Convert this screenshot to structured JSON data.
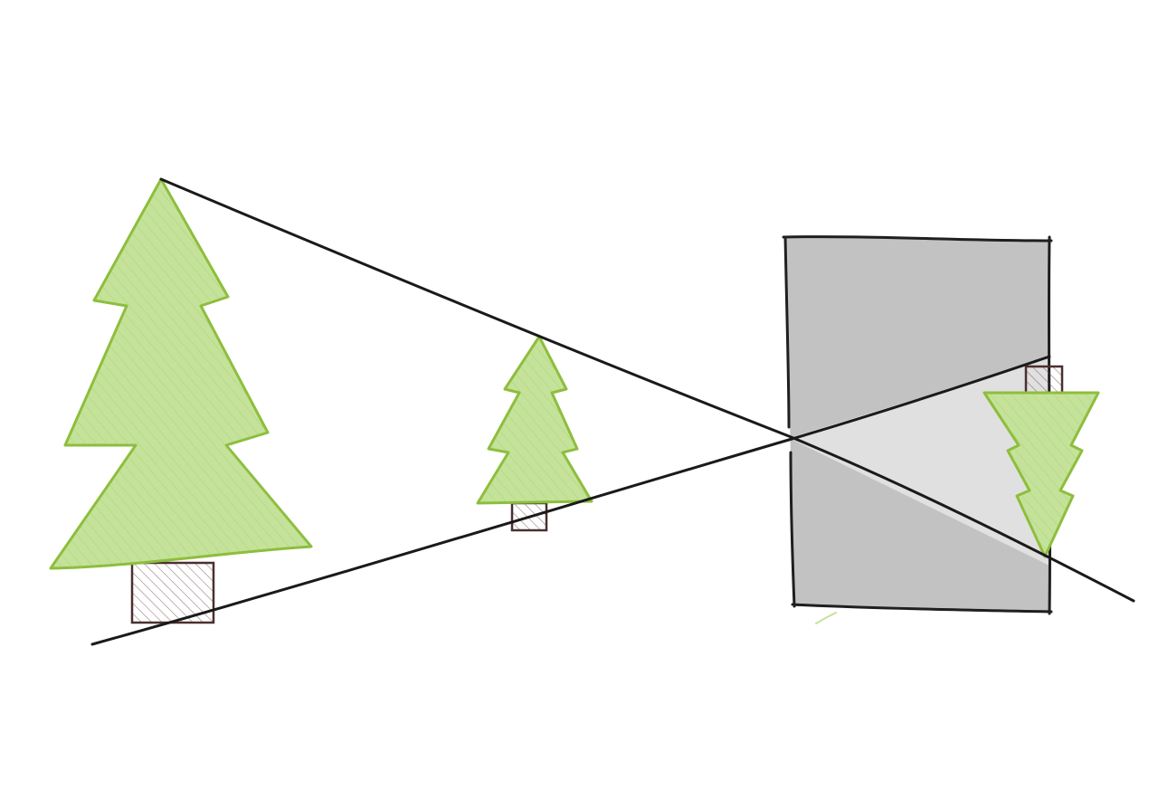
{
  "diagram": {
    "kind": "camera-obscura-pinhole-projection",
    "objects": [
      {
        "name": "near-tree",
        "kind": "pine-tree",
        "orientation": "upright"
      },
      {
        "name": "far-tree",
        "kind": "pine-tree",
        "orientation": "upright"
      },
      {
        "name": "box",
        "kind": "dark-box-with-pinhole"
      },
      {
        "name": "projected-image",
        "kind": "pine-tree",
        "orientation": "inverted"
      }
    ],
    "colors": {
      "foliage_fill": "#c5e29b",
      "foliage_stroke": "#8dbe3c",
      "trunk": "#4a3030",
      "ray": "#1a1a1a",
      "box_fill": "#c2c2c2",
      "light_cone": "#e0e0e0",
      "box_stroke": "#1f1f1f"
    }
  }
}
